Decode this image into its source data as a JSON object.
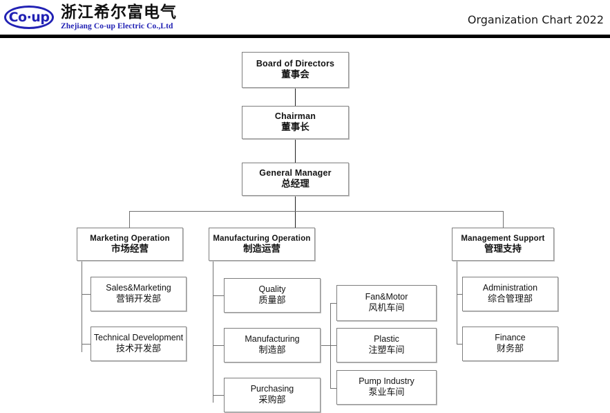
{
  "header": {
    "logo_text": "Co·up",
    "company_cn": "浙江希尔富电气",
    "company_en": "Zhejiang Co-up Electric Co.,Ltd",
    "title": "Organization Chart 2022",
    "brand_color": "#2222b4",
    "rule_color": "#000000"
  },
  "chart": {
    "type": "org-chart",
    "box_border_color": "#7d7d7d",
    "line_color": "#1e1e1e",
    "nodes": [
      {
        "id": "board",
        "en": "Board of Directors",
        "cn": "董事会",
        "level": 1
      },
      {
        "id": "chairman",
        "en": "Chairman",
        "cn": "董事长",
        "level": 2
      },
      {
        "id": "gm",
        "en": "General Manager",
        "cn": "总经理",
        "level": 3
      },
      {
        "id": "marketing",
        "en": "Marketing Operation",
        "cn": "市场经营",
        "level": 4
      },
      {
        "id": "manufacturing",
        "en": "Manufacturing  Operation",
        "cn": "制造运营",
        "level": 4
      },
      {
        "id": "mgmtsupport",
        "en": "Management Support",
        "cn": "管理支持",
        "level": 4
      },
      {
        "id": "sales",
        "en": "Sales&Marketing",
        "cn": "营销开发部",
        "level": 5,
        "parent": "marketing"
      },
      {
        "id": "techdev",
        "en": "Technical Development",
        "cn": "技术开发部",
        "level": 5,
        "parent": "marketing"
      },
      {
        "id": "quality",
        "en": "Quality",
        "cn": "质量部",
        "level": 5,
        "parent": "manufacturing"
      },
      {
        "id": "mfgdept",
        "en": "Manufacturing",
        "cn": "制造部",
        "level": 5,
        "parent": "manufacturing"
      },
      {
        "id": "purchasing",
        "en": "Purchasing",
        "cn": "采购部",
        "level": 5,
        "parent": "manufacturing"
      },
      {
        "id": "fanmotor",
        "en": "Fan&Motor",
        "cn": "风机车间",
        "level": 6,
        "parent": "mfgdept"
      },
      {
        "id": "plastic",
        "en": "Plastic",
        "cn": "注塑车间",
        "level": 6,
        "parent": "mfgdept"
      },
      {
        "id": "pump",
        "en": "Pump Industry",
        "cn": "泵业车间",
        "level": 6,
        "parent": "mfgdept"
      },
      {
        "id": "admin",
        "en": "Administration",
        "cn": "综合管理部",
        "level": 5,
        "parent": "mgmtsupport"
      },
      {
        "id": "finance",
        "en": "Finance",
        "cn": "财务部",
        "level": 5,
        "parent": "mgmtsupport"
      }
    ]
  }
}
